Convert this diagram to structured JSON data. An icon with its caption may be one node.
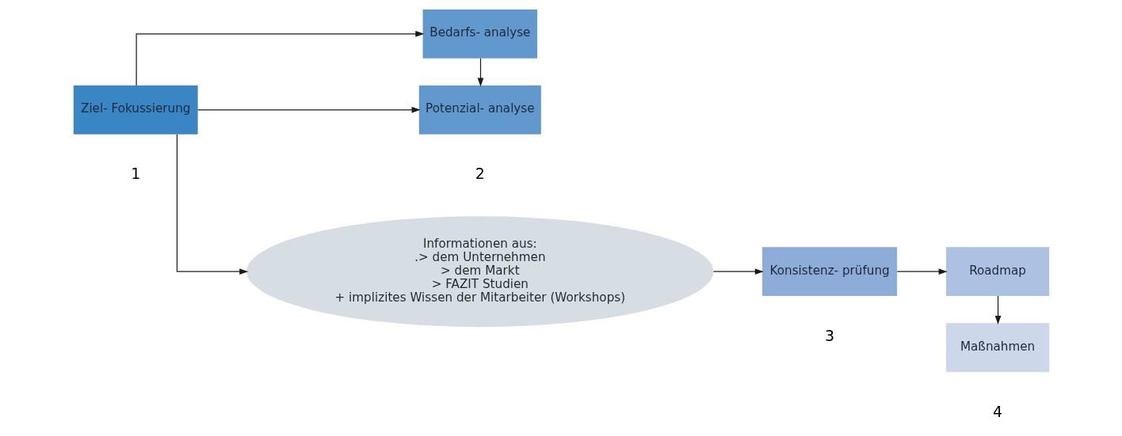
{
  "diagram": {
    "nodes": [
      {
        "text": [
          "Ziel- Fokussierung"
        ],
        "beside": [
          "1"
        ]
      },
      {
        "text": [
          "Bedarfs- analyse"
        ]
      },
      {
        "text": [
          "Informationen aus:",
          ".> dem Unternehmen",
          "> dem Markt",
          "> FAZIT Studien",
          "+ implizites Wissen der Mitarbeiter (Workshops)"
        ]
      },
      {
        "text": [
          "Potenzial- analyse"
        ],
        "beside": [
          "2"
        ]
      },
      {
        "text": [
          "Konsistenz- prüfung"
        ],
        "beside": [
          "3"
        ]
      },
      {
        "text": [
          "Roadmap"
        ]
      },
      {
        "text": [
          "Maßnahmen"
        ],
        "beside": [
          "4"
        ]
      }
    ],
    "edges": [
      {
        "from": 0,
        "to": 1,
        "arrow": "to"
      },
      {
        "from": 0,
        "to": 2,
        "arrow": "to"
      },
      {
        "from": 0,
        "to": 3,
        "arrow": "to"
      },
      {
        "from": 1,
        "to": 3,
        "arrow": "to"
      },
      {
        "from": 2,
        "to": 4,
        "arrow": "to"
      },
      {
        "from": 4,
        "to": 5,
        "arrow": "to"
      },
      {
        "from": 5,
        "to": 6,
        "arrow": "to"
      }
    ]
  }
}
